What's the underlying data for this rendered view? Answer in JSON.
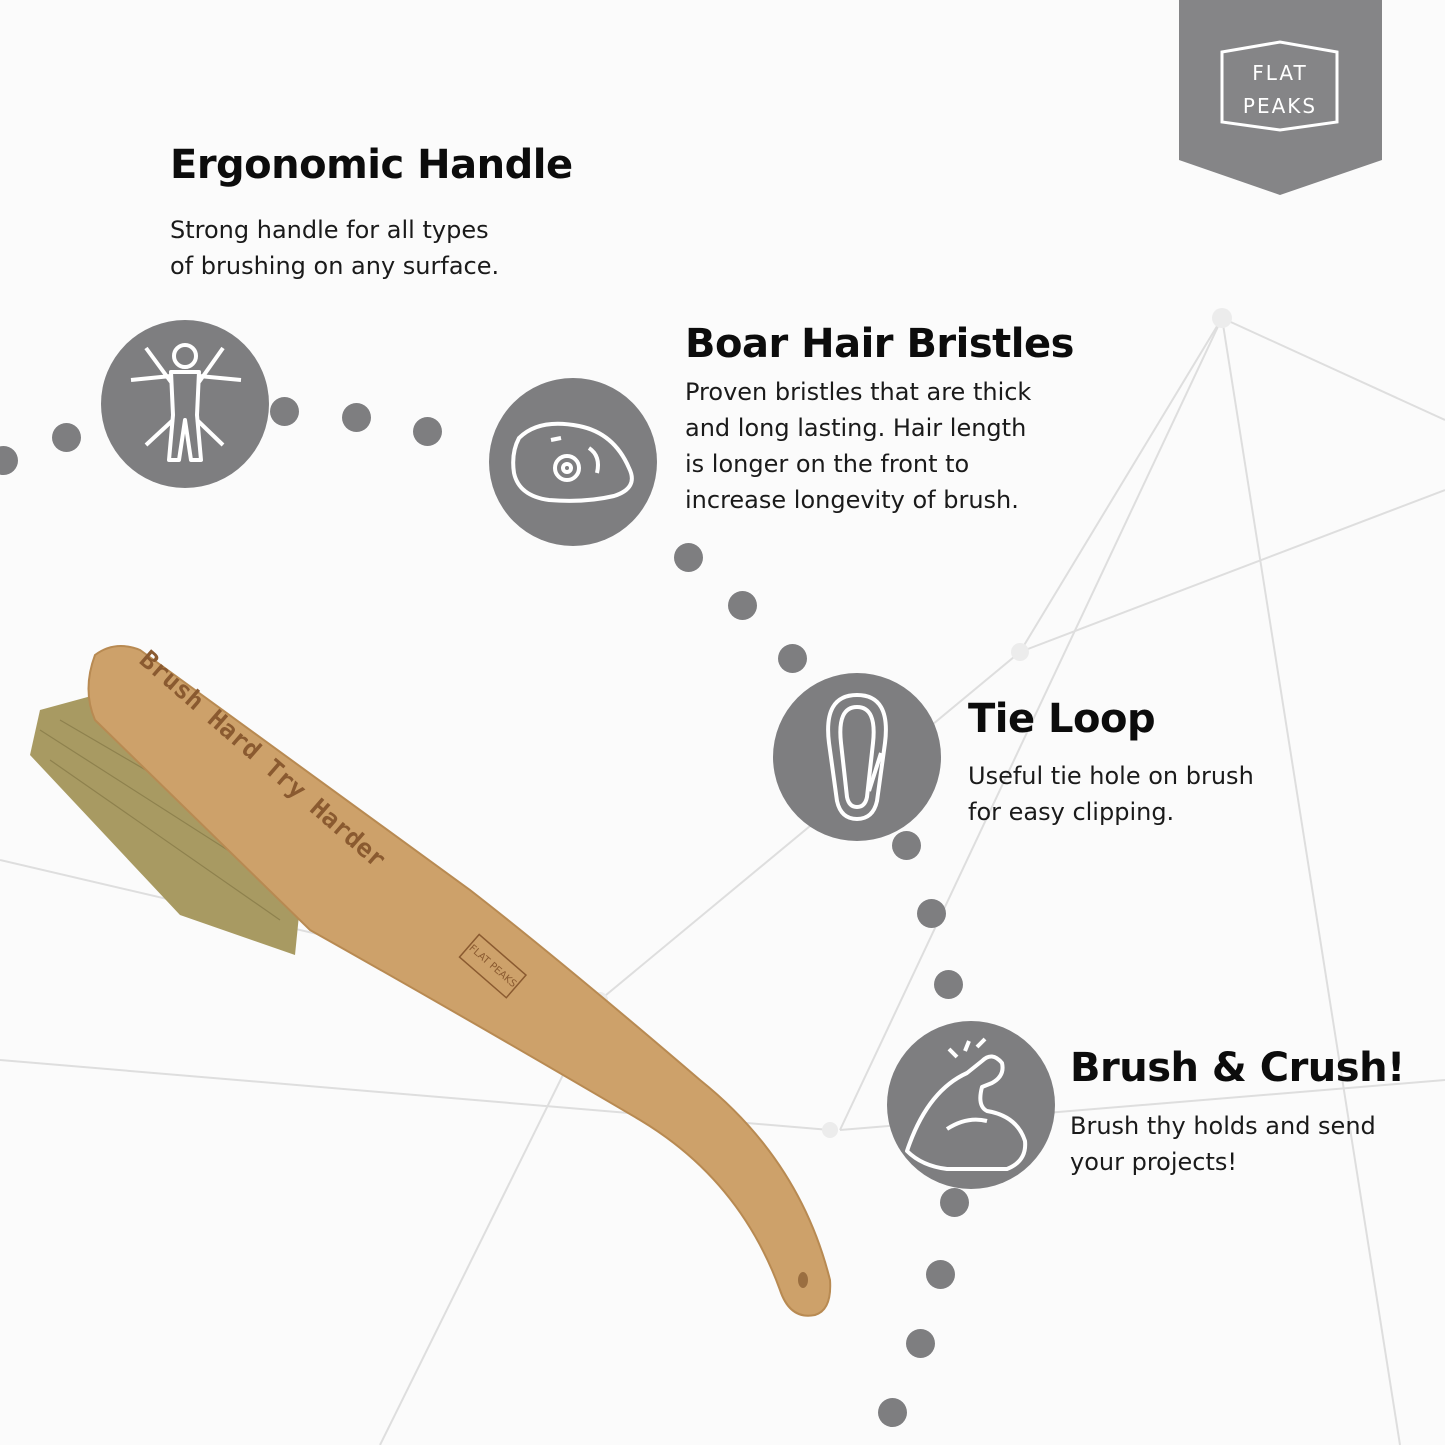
{
  "logo": {
    "line1": "FLAT",
    "line2": "PEAKS"
  },
  "features": [
    {
      "title": "Ergonomic Handle",
      "description_lines": [
        "Strong handle for all types",
        "of brushing on any surface."
      ],
      "icon": "person-stretching-icon"
    },
    {
      "title": "Boar Hair Bristles",
      "description_lines": [
        "Proven bristles that are  thick",
        "and long lasting. Hair length",
        "is longer on the front to",
        "increase longevity of brush."
      ],
      "icon": "climbing-hold-icon"
    },
    {
      "title": "Tie Loop",
      "description_lines": [
        "Useful tie hole on brush",
        "for easy clipping."
      ],
      "icon": "carabiner-icon"
    },
    {
      "title": "Brush & Crush!",
      "description_lines": [
        "Brush thy holds and send",
        "your projects!"
      ],
      "icon": "flexed-arm-icon"
    }
  ],
  "product": {
    "engraving": "Brush Hard Try Harder",
    "handle_logo": "FLAT PEAKS"
  },
  "colors": {
    "icon_gray": "#7e7e80",
    "wood": "#c9a06a",
    "bristle": "#a89a62"
  }
}
